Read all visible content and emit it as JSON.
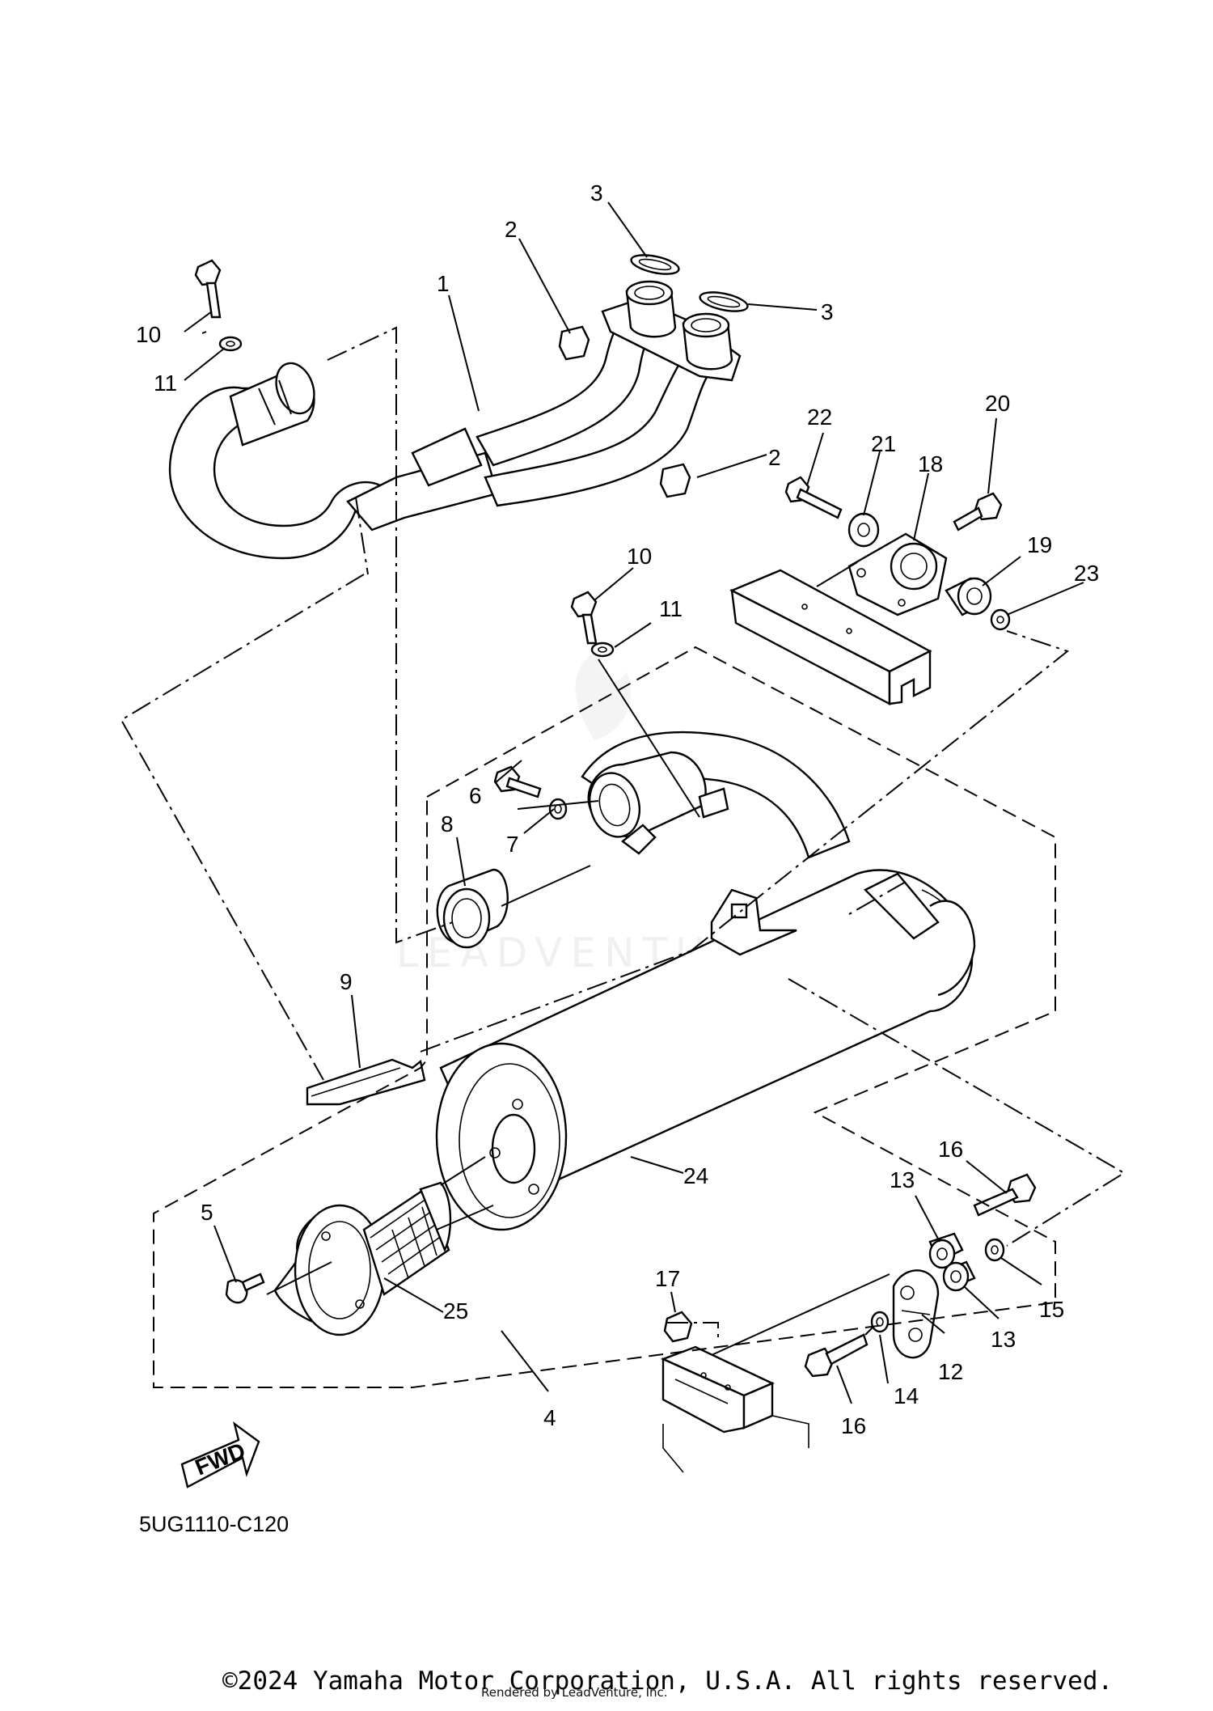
{
  "diagram": {
    "part_labels": [
      "1",
      "2",
      "2",
      "3",
      "3",
      "4",
      "5",
      "6",
      "7",
      "8",
      "9",
      "10",
      "10",
      "11",
      "11",
      "12",
      "13",
      "13",
      "14",
      "15",
      "16",
      "16",
      "17",
      "18",
      "19",
      "20",
      "21",
      "22",
      "23",
      "24",
      "25"
    ],
    "drawing_code": "5UG1110-C120",
    "fwd_badge": "FWD",
    "watermark": "LEADVENTURE"
  },
  "footer": {
    "copyright": "©2024 Yamaha Motor Corporation, U.S.A. All rights reserved.",
    "rendered_by": "Rendered by LeadVenture, Inc."
  }
}
